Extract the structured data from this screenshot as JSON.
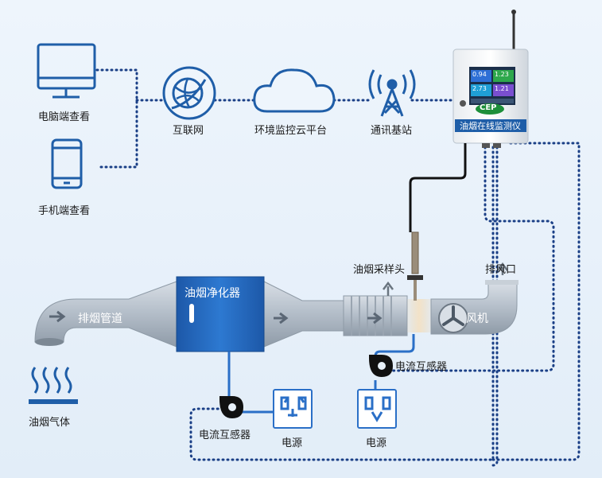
{
  "viewers": {
    "computer": "电脑端查看",
    "phone": "手机端查看"
  },
  "network": {
    "internet": "互联网",
    "cloud": "环境监控云平台",
    "station": "通讯基站"
  },
  "monitor": {
    "label": "油烟在线监测仪",
    "brand": "CEP",
    "screen_values": [
      "0.94",
      "1.23",
      "2.73",
      "1.21"
    ]
  },
  "duct": {
    "pipe": "排烟管道",
    "purifier": "油烟净化器",
    "fan": "风机",
    "outlet": "排风口",
    "sampler": "油烟采样头"
  },
  "sensors": {
    "ct_right": "电流互感器",
    "ct_left": "电流互感器",
    "power_left": "电源",
    "power_right": "电源"
  },
  "source": {
    "gas": "油烟气体"
  },
  "colors": {
    "accent": "#1f5ea8",
    "dots": "#1a3f86",
    "purifier": "#2a6fc7",
    "pipe": "#a9b4c0"
  }
}
